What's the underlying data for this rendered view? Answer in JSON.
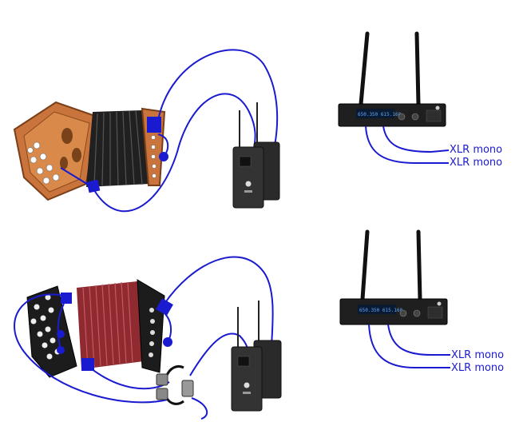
{
  "colors": {
    "cable": "#1a1ad0",
    "wood": "#c8743c",
    "wood_dark": "#7a3f18",
    "bellows_dark": "#202020",
    "bellows_red": "#8e2a30",
    "device": "#2a2a2a",
    "receiver": "#1f1f1f",
    "display": "#5aa8ff",
    "label": "#1a1ad0"
  },
  "receiver_brand_icon": "b-logo-icon",
  "top_setup": {
    "receiver_display": "650.350 615.160",
    "output_labels": [
      "XLR mono",
      "XLR mono"
    ]
  },
  "bottom_setup": {
    "receiver_display": "650.350 615.160",
    "output_labels": [
      "XLR mono",
      "XLR mono"
    ]
  }
}
